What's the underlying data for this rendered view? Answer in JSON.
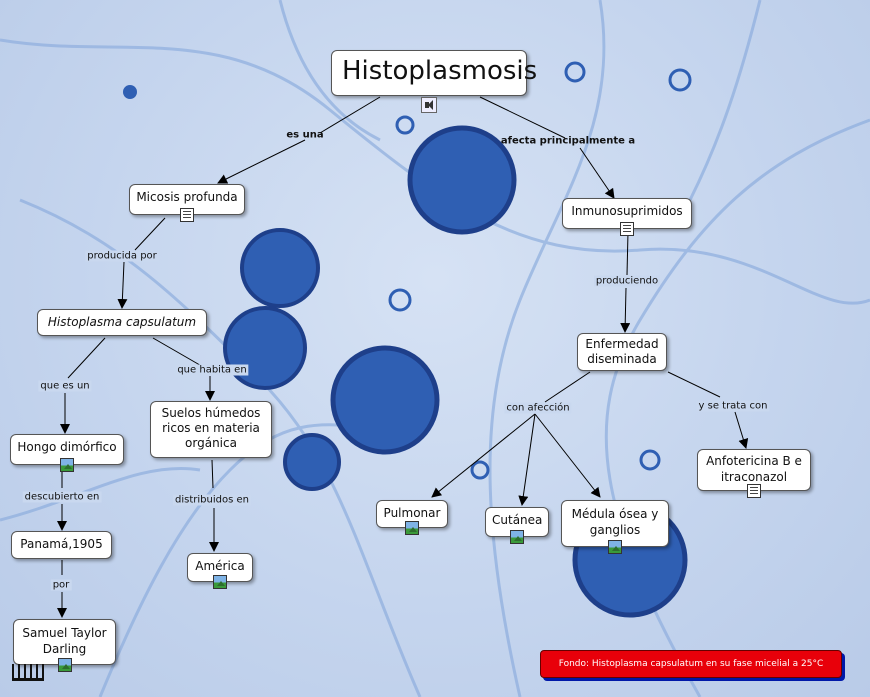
{
  "title": {
    "text": "Histoplasmosis"
  },
  "nodes": {
    "micosis": "Micosis profunda",
    "inmuno": "Inmunosuprimidos",
    "histoplasma": "Histoplasma capsulatum",
    "enfermedad": "Enfermedad diseminada",
    "suelos": "Suelos húmedos ricos en materia orgánica",
    "hongo": "Hongo dimórfico",
    "panama": "Panamá,1905",
    "samuel": "Samuel Taylor Darling",
    "america": "América",
    "pulmonar": "Pulmonar",
    "cutanea": "Cutánea",
    "medula": "Médula ósea y ganglios",
    "anfotericina": "Anfotericina B e itraconazol"
  },
  "links": {
    "es_una": "es una",
    "afecta": "afecta principalmente a",
    "producida": "producida por",
    "produciendo": "produciendo",
    "que_es_un": "que es un",
    "que_habita": "que habita en",
    "con_afeccion": "con afección",
    "se_trata": "y se trata con",
    "descubierto": "descubierto en",
    "distribuidos": "distribuidos en",
    "por": "por"
  },
  "caption": "Fondo: Histoplasma capsulatum en su fase micelial a 25°C",
  "icons": {
    "title": "sound-icon",
    "micosis": "document-icon",
    "inmuno": "document-icon",
    "anfotericina": "document-icon",
    "hongo": "image-icon",
    "samuel": "image-icon",
    "america": "image-icon",
    "pulmonar": "image-icon",
    "cutanea": "image-icon",
    "medula": "image-icon"
  },
  "colors": {
    "caption_bg": "#e8000a",
    "caption_shadow": "#0018a8",
    "spore": "#2f5fb3"
  }
}
